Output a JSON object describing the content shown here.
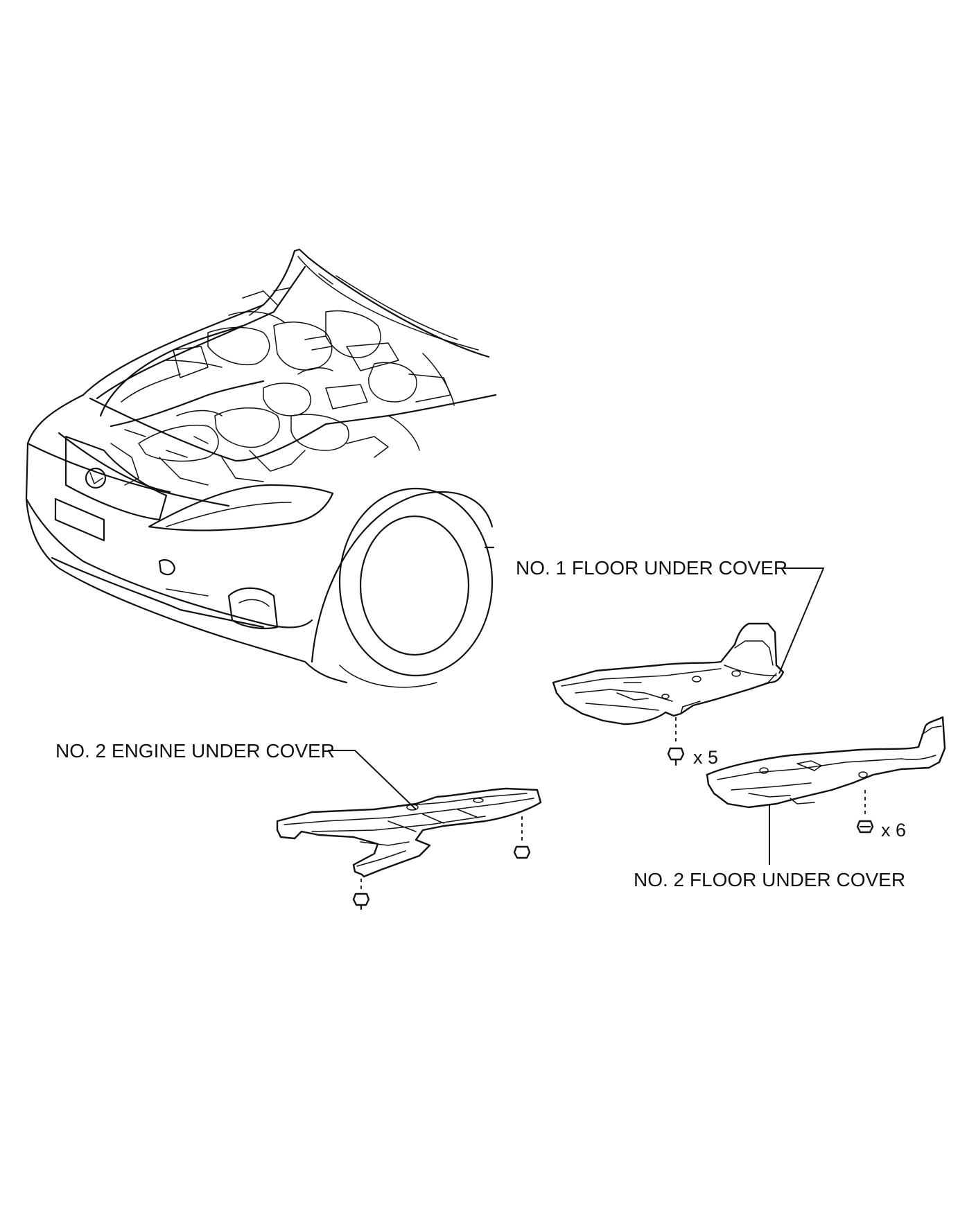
{
  "labels": {
    "no1_floor": "NO. 1 FLOOR UNDER COVER",
    "no2_engine": "NO. 2 ENGINE UNDER COVER",
    "no2_floor": "NO. 2 FLOOR UNDER COVER"
  },
  "quantities": {
    "no1_floor_fasteners": "x 5",
    "no2_floor_fasteners": "x 6"
  },
  "icons": {
    "vehicle": "vehicle-front-engine-bay-illustration",
    "fastener": "clip-bolt-icon"
  }
}
